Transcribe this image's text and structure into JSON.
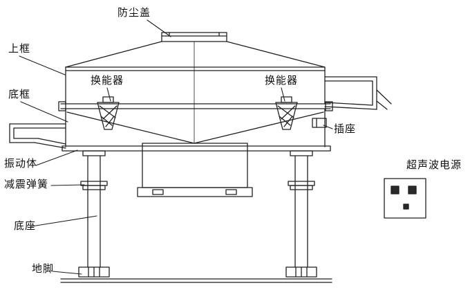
{
  "labels": {
    "dust_cover": "防尘盖",
    "upper_frame": "上框",
    "transducer": "换能器",
    "bottom_frame": "底框",
    "socket": "插座",
    "vibrating_body": "振动体",
    "damping_spring": "减震弹簧",
    "base": "底座",
    "foot": "地脚",
    "ultrasonic_power": "超声波电源"
  },
  "colors": {
    "line": "#1f1f1f",
    "background": "#ffffff"
  }
}
